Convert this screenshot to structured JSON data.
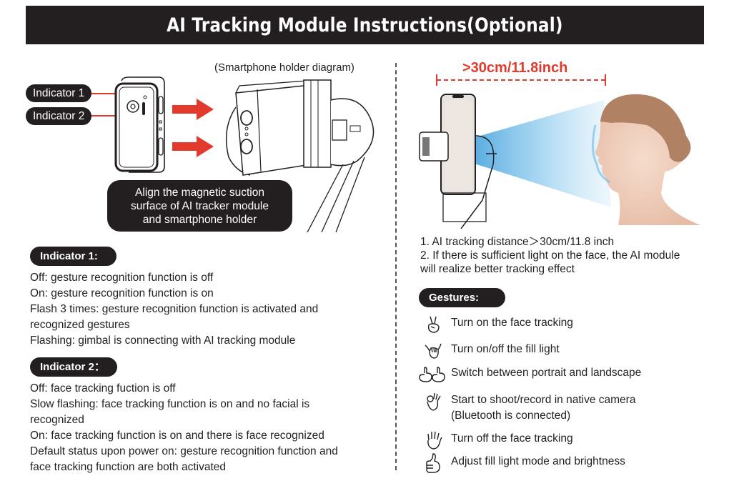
{
  "header": {
    "title": "AI Tracking Module Instructions(Optional)"
  },
  "diagram": {
    "caption": "(Smartphone holder diagram)",
    "indicator_labels": [
      "Indicator 1",
      "Indicator 2"
    ],
    "align_note": [
      "Align the magnetic suction",
      "surface of AI tracker module",
      "and smartphone holder"
    ]
  },
  "indicator1": {
    "heading": "Indicator 1:",
    "lines": [
      "Off: gesture recognition function is off",
      "On: gesture recognition function is on",
      "Flash 3 times: gesture recognition function is activated and",
      "recognized gestures",
      "Flashing: gimbal is connecting with AI tracking module"
    ]
  },
  "indicator2": {
    "heading": "Indicator 2：",
    "lines": [
      "Off: face tracking fuction is off",
      "Slow flashing: face tracking function is on and no facial is",
      "recognized",
      "On: face tracking function is on and there is face recognized",
      "Default status upon power on: gesture recognition function and",
      "face tracking function are both activated"
    ]
  },
  "tracking": {
    "distance_label": ">30cm/11.8inch",
    "notes": [
      "1. AI tracking distance＞30cm/11.8 inch",
      "2. If there is sufficient light on the face, the AI module",
      "will realize better tracking effect"
    ]
  },
  "gestures": {
    "heading": "Gestures:",
    "items": [
      {
        "icon": "victory-hand-icon",
        "label": "Turn on the face tracking"
      },
      {
        "icon": "shaka-hand-icon",
        "label": "Turn on/off the fill light"
      },
      {
        "icon": "double-pointing-hands-icon",
        "label": "Switch between portrait and landscape"
      },
      {
        "icon": "ok-hand-icon",
        "label": "Start to shoot/record in native camera",
        "label2": "(Bluetooth is connected)"
      },
      {
        "icon": "open-palm-icon",
        "label": "Turn off the face tracking"
      },
      {
        "icon": "thumbs-up-icon",
        "label": "Adjust fill light mode and brightness"
      }
    ]
  },
  "colors": {
    "dark": "#231f20",
    "accent_red": "#e23b2e",
    "beam_blue": "#3a9ad9"
  }
}
